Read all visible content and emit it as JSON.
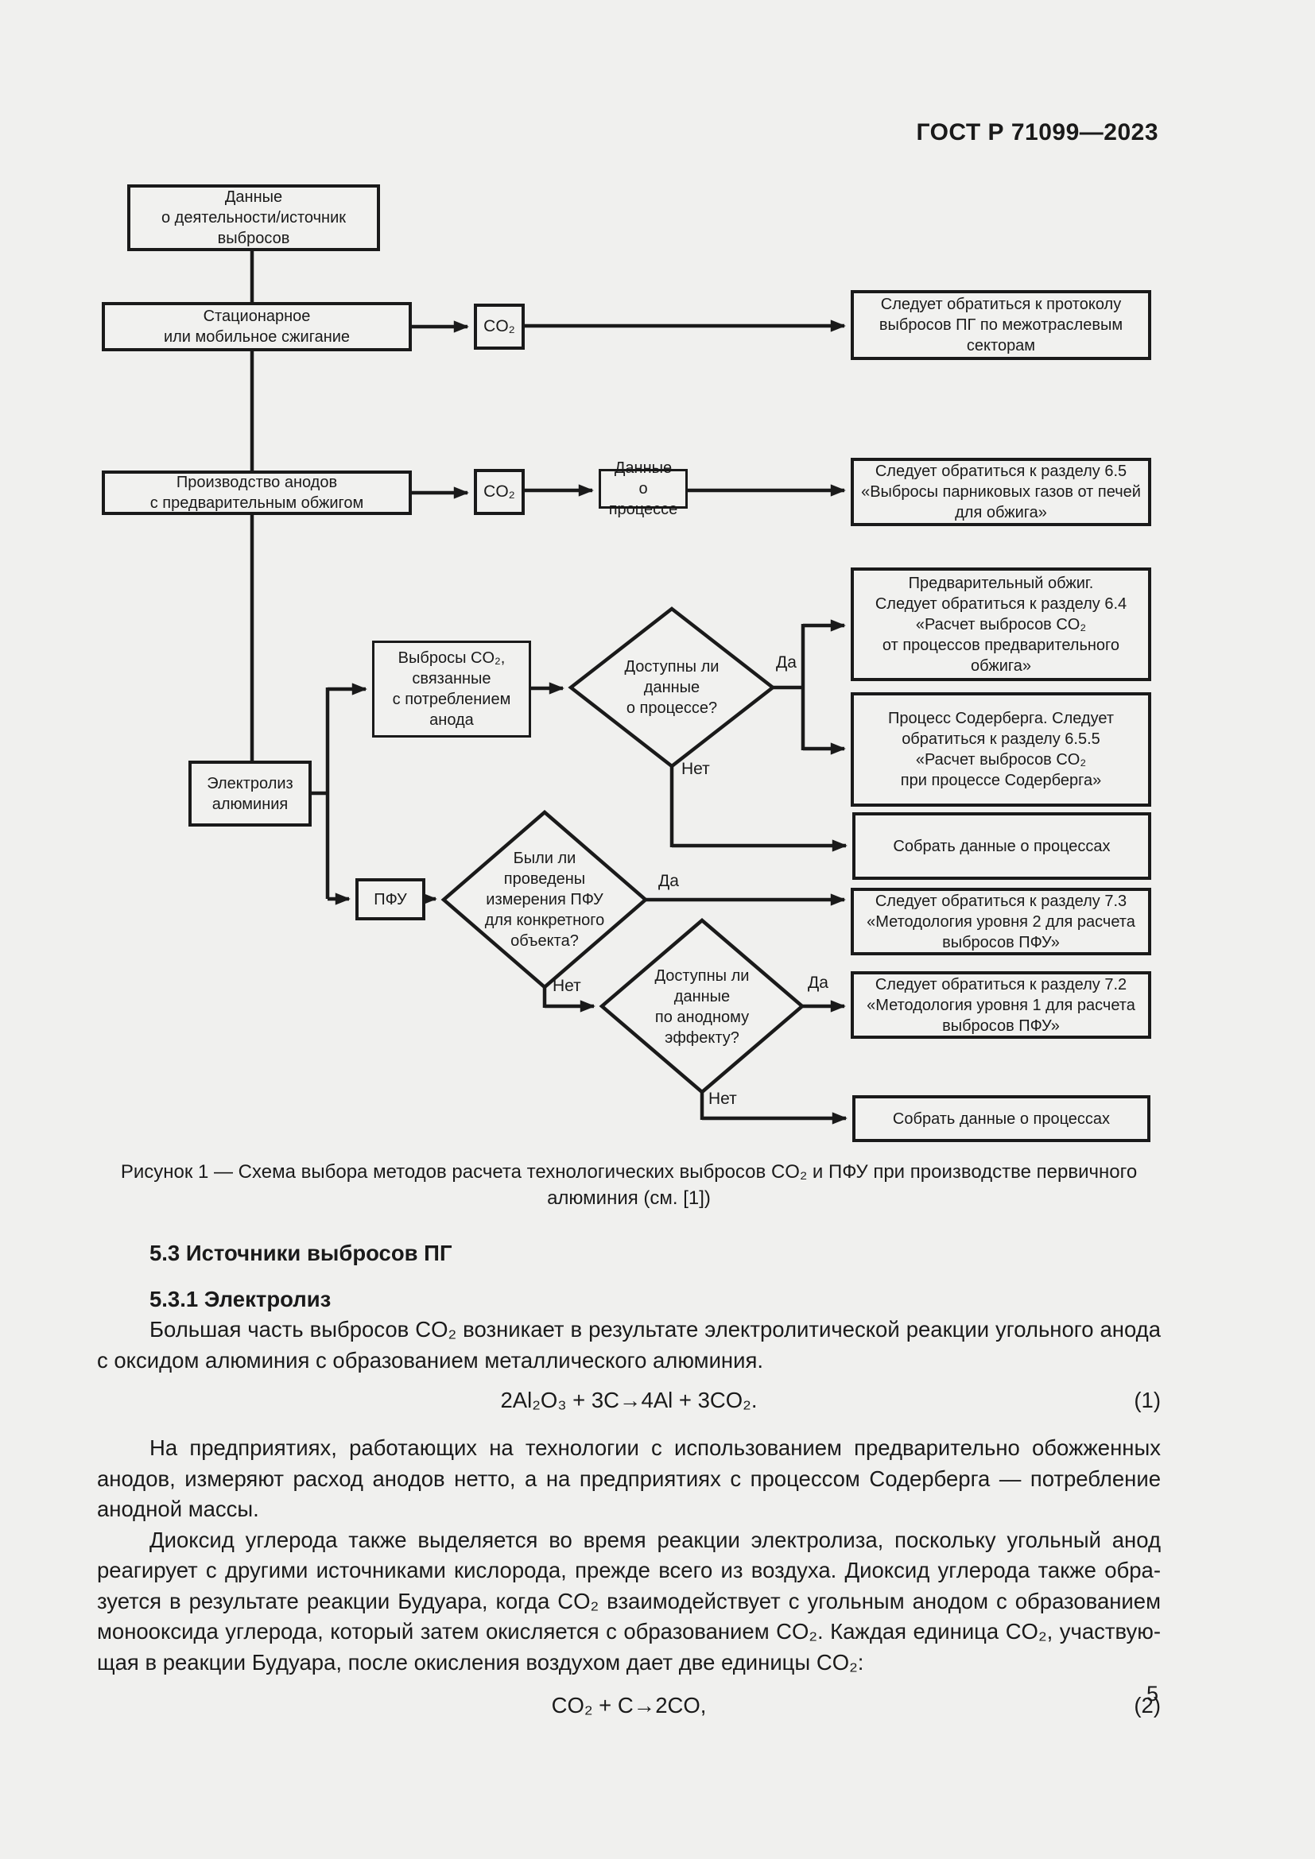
{
  "page": {
    "header": "ГОСТ Р 71099—2023",
    "number": "5",
    "background": "#f0f0ee",
    "ink": "#1a1a1a"
  },
  "flowchart": {
    "yes": "Да",
    "no": "Нет",
    "nodes": {
      "activity_data": "Данные\nо деятельности/источник\nвыбросов",
      "stationary": "Стационарное\nили мобильное сжигание",
      "co2_a": "CO₂",
      "protocol": "Следует обратиться к протоколу\nвыбросов ПГ по межотраслевым\nсекторам",
      "anode_production": "Производство анодов\nс предварительным обжигом",
      "co2_b": "CO₂",
      "process_data": "Данные\nо процессе",
      "section_6_5": "Следует обратиться к разделу 6.5\n«Выбросы парниковых газов от печей\nдля обжига»",
      "co2_anode": "Выбросы CO₂,\nсвязанные\nс потреблением\nанода",
      "prebake": "Предварительный обжиг.\nСледует обратиться к разделу 6.4\n«Расчет выбросов CO₂\nот процессов предварительного\nобжига»",
      "soderberg": "Процесс Содерберга. Следует\nобратиться к разделу 6.5.5\n«Расчет выбросов CO₂\nпри процессе Содерберга»",
      "electrolysis": "Электролиз\nалюминия",
      "collect_1": "Собрать данные о процессах",
      "section_7_3": "Следует обратиться к разделу 7.3\n«Методология уровня 2 для расчета\nвыбросов ПФУ»",
      "pfu": "ПФУ",
      "section_7_2": "Следует обратиться к разделу 7.2\n«Методология уровня 1 для расчета\nвыбросов ПФУ»",
      "collect_2": "Собрать данные о процессах",
      "d_process": "Доступны ли\nданные\nо процессе?",
      "d_pfu_measured": "Были ли\nпроведены\nизмерения ПФУ\nдля конкретного\nобъекта?",
      "d_anode_effect": "Доступны ли\nданные\nпо анодному\nэффекту?"
    }
  },
  "caption": "Рисунок 1 —  Схема выбора методов расчета технологических выбросов CO₂ и ПФУ при производстве первичного\nалюминия (см. [1])",
  "sections": {
    "s53": "5.3  Источники выбросов ПГ",
    "s531": "5.3.1  Электролиз"
  },
  "body": {
    "p1l1": "Большая часть выбросов CO₂ возникает в результате электролитической реакции угольного анода",
    "p1l2": "с оксидом алюминия с образованием металлического алюминия.",
    "p2l1": "На предприятиях, работающих на технологии с использованием предварительно обожженных",
    "p2l2": "анодов, измеряют расход анодов нетто, а на предприятиях с процессом Содерберга — потребление",
    "p2l3": "анодной массы.",
    "p3l1": "Диоксид углерода также выделяется во время реакции электролиза, поскольку угольный анод",
    "p3l2": "реагирует с другими источниками кислорода, прежде всего из воздуха. Диоксид углерода также обра-",
    "p3l3": "зуется в результате реакции Будуара, когда CO₂ взаимодействует с угольным анодом с образованием",
    "p3l4": "монооксида углерода, который затем окисляется с образованием CO₂. Каждая единица CO₂, участвую-",
    "p3l5": "щая в реакции Будуара, после окисления воздухом дает две единицы CO₂:"
  },
  "equations": {
    "eq1": "2Al₂O₃ + 3C→4Al + 3CO₂.",
    "eq1_num": "(1)",
    "eq2": "CO₂ + C→2CO,",
    "eq2_num": "(2)"
  }
}
